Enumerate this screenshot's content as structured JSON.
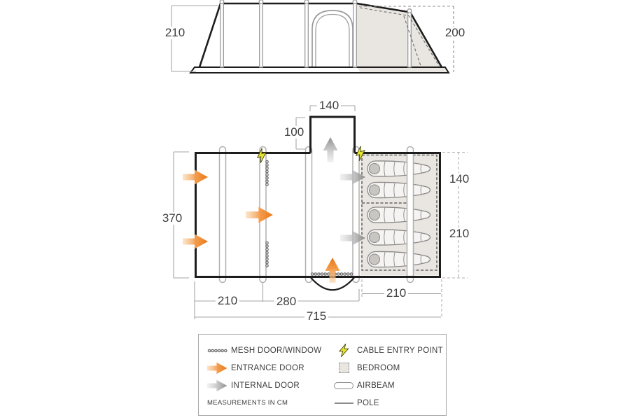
{
  "elevation_view": {
    "height_left_cm": "210",
    "height_right_cm": "200",
    "pole_count": 5
  },
  "floor_plan": {
    "porch_width_cm": "140",
    "porch_depth_cm": "100",
    "width_cm": "370",
    "front_section_cm": "210",
    "middle_section_cm": "280",
    "bedroom_section_cm": "210",
    "total_length_cm": "715",
    "bedroom_top_depth_cm": "140",
    "bedroom_bottom_depth_cm": "210",
    "airbeam_count": 5,
    "sleeping_bag_count": 5,
    "entrance_door_count": 4,
    "internal_door_count": 3,
    "cable_entry_count": 2
  },
  "legend": {
    "items_left": [
      {
        "icon": "mesh-door-window-icon",
        "label": "MESH DOOR/WINDOW"
      },
      {
        "icon": "entrance-door-icon",
        "label": "ENTRANCE DOOR"
      },
      {
        "icon": "internal-door-icon",
        "label": "INTERNAL DOOR"
      }
    ],
    "note": "MEASUREMENTS IN CM",
    "items_right": [
      {
        "icon": "cable-entry-icon",
        "label": "CABLE ENTRY POINT"
      },
      {
        "icon": "bedroom-swatch-icon",
        "label": "BEDROOM"
      },
      {
        "icon": "airbeam-icon",
        "label": "AIRBEAM"
      },
      {
        "icon": "pole-icon",
        "label": "POLE"
      }
    ]
  },
  "colors": {
    "entrance_door_arrow": "#ed7716",
    "internal_door_arrow": "#8c8c8c",
    "cable_entry_bolt": "#e9e42f",
    "bedroom_fill": "#e9e6e1",
    "outline": "#1d1d1d",
    "dimension_line": "#a6a6a6",
    "dimension_text": "#3f3e3e"
  }
}
